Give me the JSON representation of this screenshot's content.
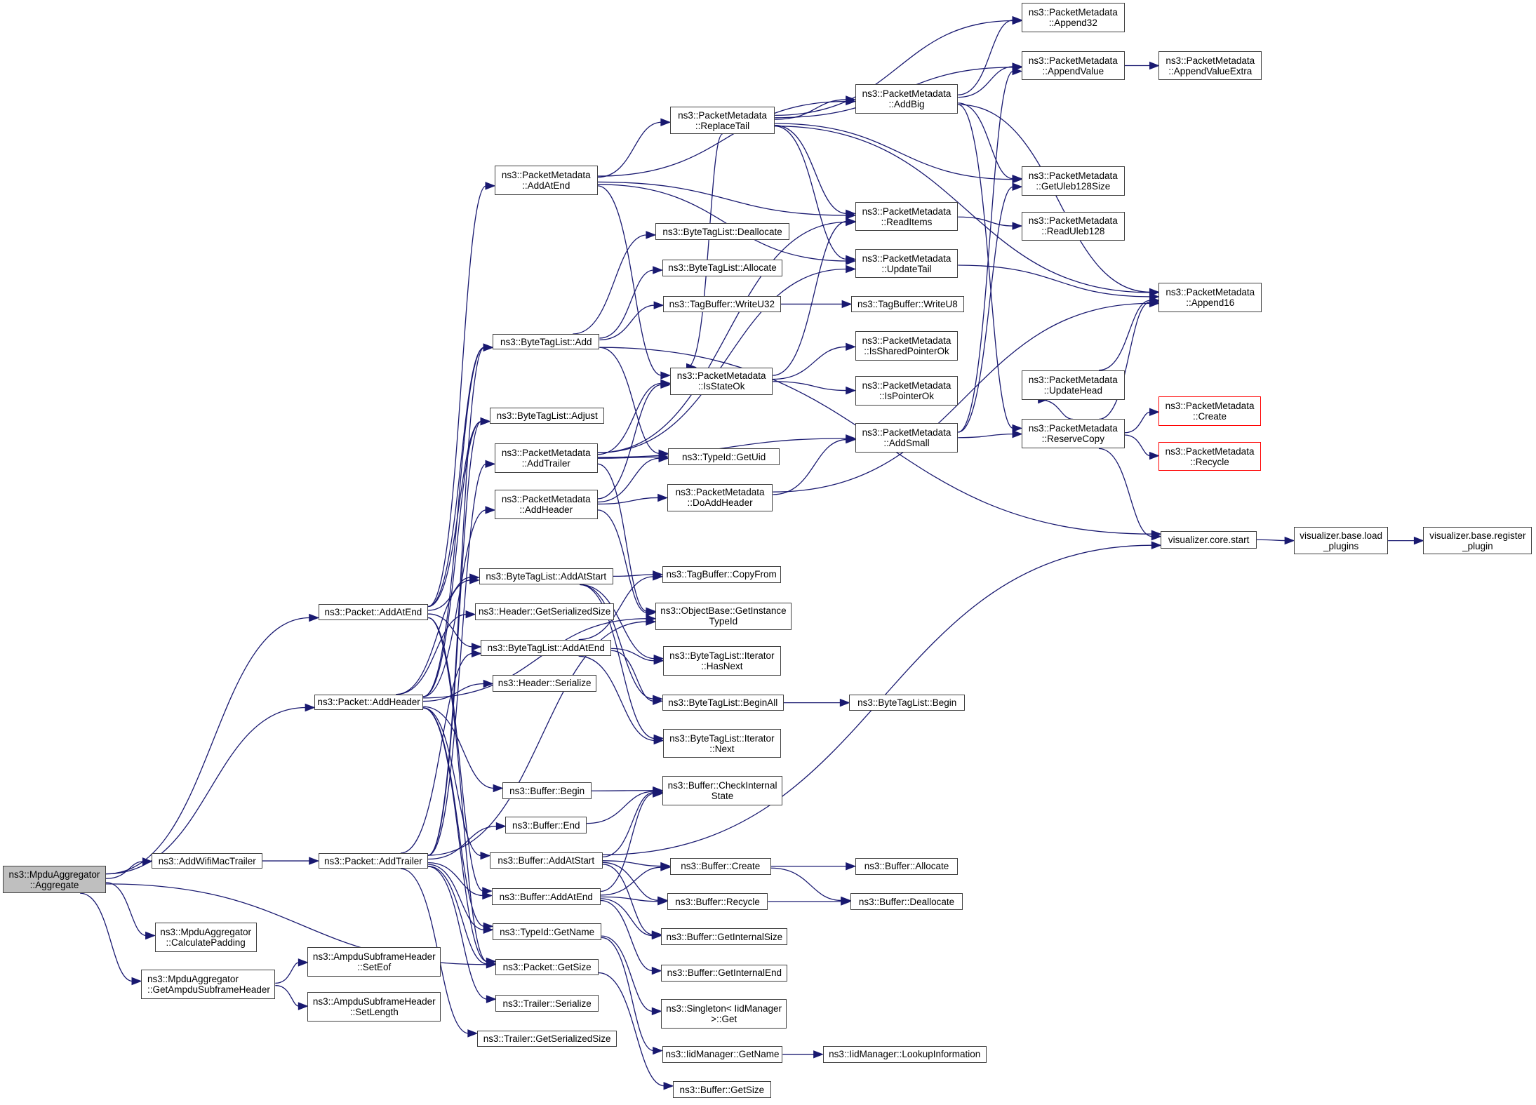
{
  "diagram": {
    "type": "call-graph",
    "colors": {
      "edge": "#191970",
      "root_fill": "#bfbfbf",
      "node_border": "#404040",
      "truncated_border": "#ff0000"
    },
    "nodes": [
      {
        "id": "aggregate",
        "label": "ns3::MpduAggregator\n::Aggregate",
        "root": true
      },
      {
        "id": "addWifiMacTrailer",
        "label": "ns3::AddWifiMacTrailer"
      },
      {
        "id": "calculatePadding",
        "label": "ns3::MpduAggregator\n::CalculatePadding"
      },
      {
        "id": "getAmpduSubframeHeader",
        "label": "ns3::MpduAggregator\n::GetAmpduSubframeHeader",
        "align": "left"
      },
      {
        "id": "setEof",
        "label": "ns3::AmpduSubframeHeader\n::SetEof"
      },
      {
        "id": "setLength",
        "label": "ns3::AmpduSubframeHeader\n::SetLength"
      },
      {
        "id": "packetAddAtEnd",
        "label": "ns3::Packet::AddAtEnd"
      },
      {
        "id": "packetAddHeader",
        "label": "ns3::Packet::AddHeader"
      },
      {
        "id": "packetAddTrailer",
        "label": "ns3::Packet::AddTrailer"
      },
      {
        "id": "pmAddAtEnd",
        "label": "ns3::PacketMetadata\n::AddAtEnd"
      },
      {
        "id": "btlAdd",
        "label": "ns3::ByteTagList::Add"
      },
      {
        "id": "btlAdjust",
        "label": "ns3::ByteTagList::Adjust"
      },
      {
        "id": "pmAddTrailer",
        "label": "ns3::PacketMetadata\n::AddTrailer"
      },
      {
        "id": "pmAddHeader",
        "label": "ns3::PacketMetadata\n::AddHeader"
      },
      {
        "id": "btlAddAtStart",
        "label": "ns3::ByteTagList::AddAtStart"
      },
      {
        "id": "headerGetSerializedSize",
        "label": "ns3::Header::GetSerializedSize"
      },
      {
        "id": "btlAddAtEnd",
        "label": "ns3::ByteTagList::AddAtEnd"
      },
      {
        "id": "headerSerialize",
        "label": "ns3::Header::Serialize"
      },
      {
        "id": "bufferBegin",
        "label": "ns3::Buffer::Begin"
      },
      {
        "id": "bufferEnd",
        "label": "ns3::Buffer::End"
      },
      {
        "id": "bufferAddAtStart",
        "label": "ns3::Buffer::AddAtStart"
      },
      {
        "id": "bufferAddAtEnd",
        "label": "ns3::Buffer::AddAtEnd"
      },
      {
        "id": "typeIdGetName",
        "label": "ns3::TypeId::GetName"
      },
      {
        "id": "packetGetSize",
        "label": "ns3::Packet::GetSize"
      },
      {
        "id": "trailerSerialize",
        "label": "ns3::Trailer::Serialize"
      },
      {
        "id": "trailerGetSerializedSize",
        "label": "ns3::Trailer::GetSerializedSize"
      },
      {
        "id": "pmReplaceTail",
        "label": "ns3::PacketMetadata\n::ReplaceTail"
      },
      {
        "id": "btlDeallocate",
        "label": "ns3::ByteTagList::Deallocate"
      },
      {
        "id": "btlAllocate",
        "label": "ns3::ByteTagList::Allocate"
      },
      {
        "id": "tagBufferWriteU32",
        "label": "ns3::TagBuffer::WriteU32"
      },
      {
        "id": "pmIsStateOk",
        "label": "ns3::PacketMetadata\n::IsStateOk"
      },
      {
        "id": "typeIdGetUid",
        "label": "ns3::TypeId::GetUid"
      },
      {
        "id": "pmDoAddHeader",
        "label": "ns3::PacketMetadata\n::DoAddHeader"
      },
      {
        "id": "tagBufferCopyFrom",
        "label": "ns3::TagBuffer::CopyFrom"
      },
      {
        "id": "objectBaseGetInstanceTypeId",
        "label": "ns3::ObjectBase::GetInstance\nTypeId"
      },
      {
        "id": "iteratorHasNext",
        "label": "ns3::ByteTagList::Iterator\n::HasNext"
      },
      {
        "id": "btlBeginAll",
        "label": "ns3::ByteTagList::BeginAll"
      },
      {
        "id": "iteratorNext",
        "label": "ns3::ByteTagList::Iterator\n::Next"
      },
      {
        "id": "bufferCheckInternalState",
        "label": "ns3::Buffer::CheckInternal\nState"
      },
      {
        "id": "bufferCreate",
        "label": "ns3::Buffer::Create"
      },
      {
        "id": "bufferRecycle",
        "label": "ns3::Buffer::Recycle"
      },
      {
        "id": "bufferGetInternalSize",
        "label": "ns3::Buffer::GetInternalSize"
      },
      {
        "id": "bufferGetInternalEnd",
        "label": "ns3::Buffer::GetInternalEnd"
      },
      {
        "id": "singletonGet",
        "label": "ns3::Singleton< IidManager\n>::Get"
      },
      {
        "id": "iidGetName",
        "label": "ns3::IidManager::GetName"
      },
      {
        "id": "bufferGetSize",
        "label": "ns3::Buffer::GetSize"
      },
      {
        "id": "pmAddBig",
        "label": "ns3::PacketMetadata\n::AddBig"
      },
      {
        "id": "pmReadItems",
        "label": "ns3::PacketMetadata\n::ReadItems"
      },
      {
        "id": "pmUpdateTail",
        "label": "ns3::PacketMetadata\n::UpdateTail"
      },
      {
        "id": "tagBufferWriteU8",
        "label": "ns3::TagBuffer::WriteU8"
      },
      {
        "id": "pmIsSharedPointerOk",
        "label": "ns3::PacketMetadata\n::IsSharedPointerOk"
      },
      {
        "id": "pmIsPointerOk",
        "label": "ns3::PacketMetadata\n::IsPointerOk"
      },
      {
        "id": "pmAddSmall",
        "label": "ns3::PacketMetadata\n::AddSmall"
      },
      {
        "id": "btlBegin",
        "label": "ns3::ByteTagList::Begin"
      },
      {
        "id": "bufferAllocate",
        "label": "ns3::Buffer::Allocate"
      },
      {
        "id": "bufferDeallocate",
        "label": "ns3::Buffer::Deallocate"
      },
      {
        "id": "iidLookupInformation",
        "label": "ns3::IidManager::LookupInformation"
      },
      {
        "id": "pmAppend32",
        "label": "ns3::PacketMetadata\n::Append32"
      },
      {
        "id": "pmAppendValue",
        "label": "ns3::PacketMetadata\n::AppendValue"
      },
      {
        "id": "pmGetUleb128Size",
        "label": "ns3::PacketMetadata\n::GetUleb128Size"
      },
      {
        "id": "pmReadUleb128",
        "label": "ns3::PacketMetadata\n::ReadUleb128"
      },
      {
        "id": "pmUpdateHead",
        "label": "ns3::PacketMetadata\n::UpdateHead"
      },
      {
        "id": "pmReserveCopy",
        "label": "ns3::PacketMetadata\n::ReserveCopy"
      },
      {
        "id": "pmAppendValueExtra",
        "label": "ns3::PacketMetadata\n::AppendValueExtra"
      },
      {
        "id": "pmAppend16",
        "label": "ns3::PacketMetadata\n::Append16"
      },
      {
        "id": "pmCreate",
        "label": "ns3::PacketMetadata\n::Create",
        "truncated": true
      },
      {
        "id": "pmRecycle",
        "label": "ns3::PacketMetadata\n::Recycle",
        "truncated": true
      },
      {
        "id": "vizCoreStart",
        "label": "visualizer.core.start"
      },
      {
        "id": "vizLoadPlugins",
        "label": "visualizer.base.load\n_plugins"
      },
      {
        "id": "vizRegisterPlugin",
        "label": "visualizer.base.register\n_plugin"
      }
    ],
    "edges": [
      [
        "aggregate",
        "packetAddAtEnd"
      ],
      [
        "aggregate",
        "packetAddHeader"
      ],
      [
        "aggregate",
        "addWifiMacTrailer"
      ],
      [
        "aggregate",
        "calculatePadding"
      ],
      [
        "aggregate",
        "getAmpduSubframeHeader"
      ],
      [
        "aggregate",
        "packetGetSize"
      ],
      [
        "addWifiMacTrailer",
        "packetAddTrailer"
      ],
      [
        "getAmpduSubframeHeader",
        "setEof"
      ],
      [
        "getAmpduSubframeHeader",
        "setLength"
      ],
      [
        "packetAddAtEnd",
        "pmAddAtEnd"
      ],
      [
        "packetAddAtEnd",
        "btlAdd"
      ],
      [
        "packetAddAtEnd",
        "btlAdjust"
      ],
      [
        "packetAddAtEnd",
        "btlAddAtStart"
      ],
      [
        "packetAddAtEnd",
        "btlAddAtEnd"
      ],
      [
        "packetAddAtEnd",
        "bufferAddAtEnd"
      ],
      [
        "packetAddAtEnd",
        "packetGetSize"
      ],
      [
        "packetAddHeader",
        "btlAdd"
      ],
      [
        "packetAddHeader",
        "btlAdjust"
      ],
      [
        "packetAddHeader",
        "pmAddHeader"
      ],
      [
        "packetAddHeader",
        "headerGetSerializedSize"
      ],
      [
        "packetAddHeader",
        "btlAddAtStart"
      ],
      [
        "packetAddHeader",
        "headerSerialize"
      ],
      [
        "packetAddHeader",
        "bufferBegin"
      ],
      [
        "packetAddHeader",
        "bufferAddAtStart"
      ],
      [
        "packetAddHeader",
        "typeIdGetName"
      ],
      [
        "packetAddHeader",
        "packetGetSize"
      ],
      [
        "packetAddHeader",
        "objectBaseGetInstanceTypeId"
      ],
      [
        "packetAddTrailer",
        "btlAdd"
      ],
      [
        "packetAddTrailer",
        "btlAdjust"
      ],
      [
        "packetAddTrailer",
        "pmAddTrailer"
      ],
      [
        "packetAddTrailer",
        "btlAddAtEnd"
      ],
      [
        "packetAddTrailer",
        "bufferEnd"
      ],
      [
        "packetAddTrailer",
        "bufferAddAtEnd"
      ],
      [
        "packetAddTrailer",
        "typeIdGetName"
      ],
      [
        "packetAddTrailer",
        "packetGetSize"
      ],
      [
        "packetAddTrailer",
        "trailerSerialize"
      ],
      [
        "packetAddTrailer",
        "trailerGetSerializedSize"
      ],
      [
        "packetAddTrailer",
        "objectBaseGetInstanceTypeId"
      ],
      [
        "pmAddAtEnd",
        "pmReplaceTail"
      ],
      [
        "pmAddAtEnd",
        "pmAddBig"
      ],
      [
        "pmAddAtEnd",
        "pmReadItems"
      ],
      [
        "pmAddAtEnd",
        "pmUpdateTail"
      ],
      [
        "pmAddAtEnd",
        "pmIsStateOk"
      ],
      [
        "btlAdd",
        "btlDeallocate"
      ],
      [
        "btlAdd",
        "btlAllocate"
      ],
      [
        "btlAdd",
        "tagBufferWriteU32"
      ],
      [
        "btlAdd",
        "typeIdGetUid"
      ],
      [
        "btlAdd",
        "vizCoreStart"
      ],
      [
        "pmAddTrailer",
        "pmIsStateOk"
      ],
      [
        "pmAddTrailer",
        "pmReadItems"
      ],
      [
        "pmAddTrailer",
        "pmUpdateTail"
      ],
      [
        "pmAddTrailer",
        "typeIdGetUid"
      ],
      [
        "pmAddTrailer",
        "pmAddSmall"
      ],
      [
        "pmAddTrailer",
        "objectBaseGetInstanceTypeId"
      ],
      [
        "pmAddHeader",
        "pmIsStateOk"
      ],
      [
        "pmAddHeader",
        "typeIdGetUid"
      ],
      [
        "pmAddHeader",
        "pmDoAddHeader"
      ],
      [
        "pmAddHeader",
        "objectBaseGetInstanceTypeId"
      ],
      [
        "btlAddAtStart",
        "tagBufferCopyFrom"
      ],
      [
        "btlAddAtStart",
        "iteratorHasNext"
      ],
      [
        "btlAddAtStart",
        "btlBeginAll"
      ],
      [
        "btlAddAtStart",
        "iteratorNext"
      ],
      [
        "btlAddAtEnd",
        "tagBufferCopyFrom"
      ],
      [
        "btlAddAtEnd",
        "iteratorHasNext"
      ],
      [
        "btlAddAtEnd",
        "btlBeginAll"
      ],
      [
        "btlAddAtEnd",
        "iteratorNext"
      ],
      [
        "bufferBegin",
        "bufferCheckInternalState"
      ],
      [
        "bufferEnd",
        "bufferCheckInternalState"
      ],
      [
        "bufferAddAtStart",
        "bufferCheckInternalState"
      ],
      [
        "bufferAddAtStart",
        "bufferCreate"
      ],
      [
        "bufferAddAtStart",
        "bufferRecycle"
      ],
      [
        "bufferAddAtStart",
        "bufferGetInternalSize"
      ],
      [
        "bufferAddAtStart",
        "vizCoreStart"
      ],
      [
        "bufferAddAtEnd",
        "bufferCheckInternalState"
      ],
      [
        "bufferAddAtEnd",
        "bufferCreate"
      ],
      [
        "bufferAddAtEnd",
        "bufferRecycle"
      ],
      [
        "bufferAddAtEnd",
        "bufferGetInternalSize"
      ],
      [
        "bufferAddAtEnd",
        "bufferGetInternalEnd"
      ],
      [
        "typeIdGetName",
        "singletonGet"
      ],
      [
        "typeIdGetName",
        "iidGetName"
      ],
      [
        "packetGetSize",
        "bufferGetSize"
      ],
      [
        "pmReplaceTail",
        "pmAppend32"
      ],
      [
        "pmReplaceTail",
        "pmAppendValue"
      ],
      [
        "pmReplaceTail",
        "pmAddBig"
      ],
      [
        "pmReplaceTail",
        "pmGetUleb128Size"
      ],
      [
        "pmReplaceTail",
        "pmReadItems"
      ],
      [
        "pmReplaceTail",
        "pmUpdateTail"
      ],
      [
        "pmReplaceTail",
        "pmAppend16"
      ],
      [
        "pmReplaceTail",
        "pmIsStateOk"
      ],
      [
        "tagBufferWriteU32",
        "tagBufferWriteU8"
      ],
      [
        "pmIsStateOk",
        "pmIsSharedPointerOk"
      ],
      [
        "pmIsStateOk",
        "pmIsPointerOk"
      ],
      [
        "pmIsStateOk",
        "pmReadItems"
      ],
      [
        "pmDoAddHeader",
        "pmAddSmall"
      ],
      [
        "pmDoAddHeader",
        "pmAppend16"
      ],
      [
        "btlBeginAll",
        "btlBegin"
      ],
      [
        "bufferCreate",
        "bufferAllocate"
      ],
      [
        "bufferCreate",
        "bufferDeallocate"
      ],
      [
        "bufferRecycle",
        "bufferDeallocate"
      ],
      [
        "iidGetName",
        "iidLookupInformation"
      ],
      [
        "pmAddBig",
        "pmAppend32"
      ],
      [
        "pmAddBig",
        "pmAppendValue"
      ],
      [
        "pmAddBig",
        "pmGetUleb128Size"
      ],
      [
        "pmAddBig",
        "pmAppend16"
      ],
      [
        "pmAddBig",
        "pmReserveCopy"
      ],
      [
        "pmReadItems",
        "pmReadUleb128"
      ],
      [
        "pmUpdateTail",
        "pmAppend16"
      ],
      [
        "pmAddSmall",
        "pmAppendValue"
      ],
      [
        "pmAddSmall",
        "pmGetUleb128Size"
      ],
      [
        "pmAddSmall",
        "pmReserveCopy"
      ],
      [
        "pmAppendValue",
        "pmAppendValueExtra"
      ],
      [
        "pmUpdateHead",
        "pmAppend16"
      ],
      [
        "pmReserveCopy",
        "pmUpdateHead"
      ],
      [
        "pmReserveCopy",
        "pmAppend16"
      ],
      [
        "pmReserveCopy",
        "pmCreate"
      ],
      [
        "pmReserveCopy",
        "pmRecycle"
      ],
      [
        "pmReserveCopy",
        "vizCoreStart"
      ],
      [
        "vizCoreStart",
        "vizLoadPlugins"
      ],
      [
        "vizLoadPlugins",
        "vizRegisterPlugin"
      ]
    ]
  }
}
